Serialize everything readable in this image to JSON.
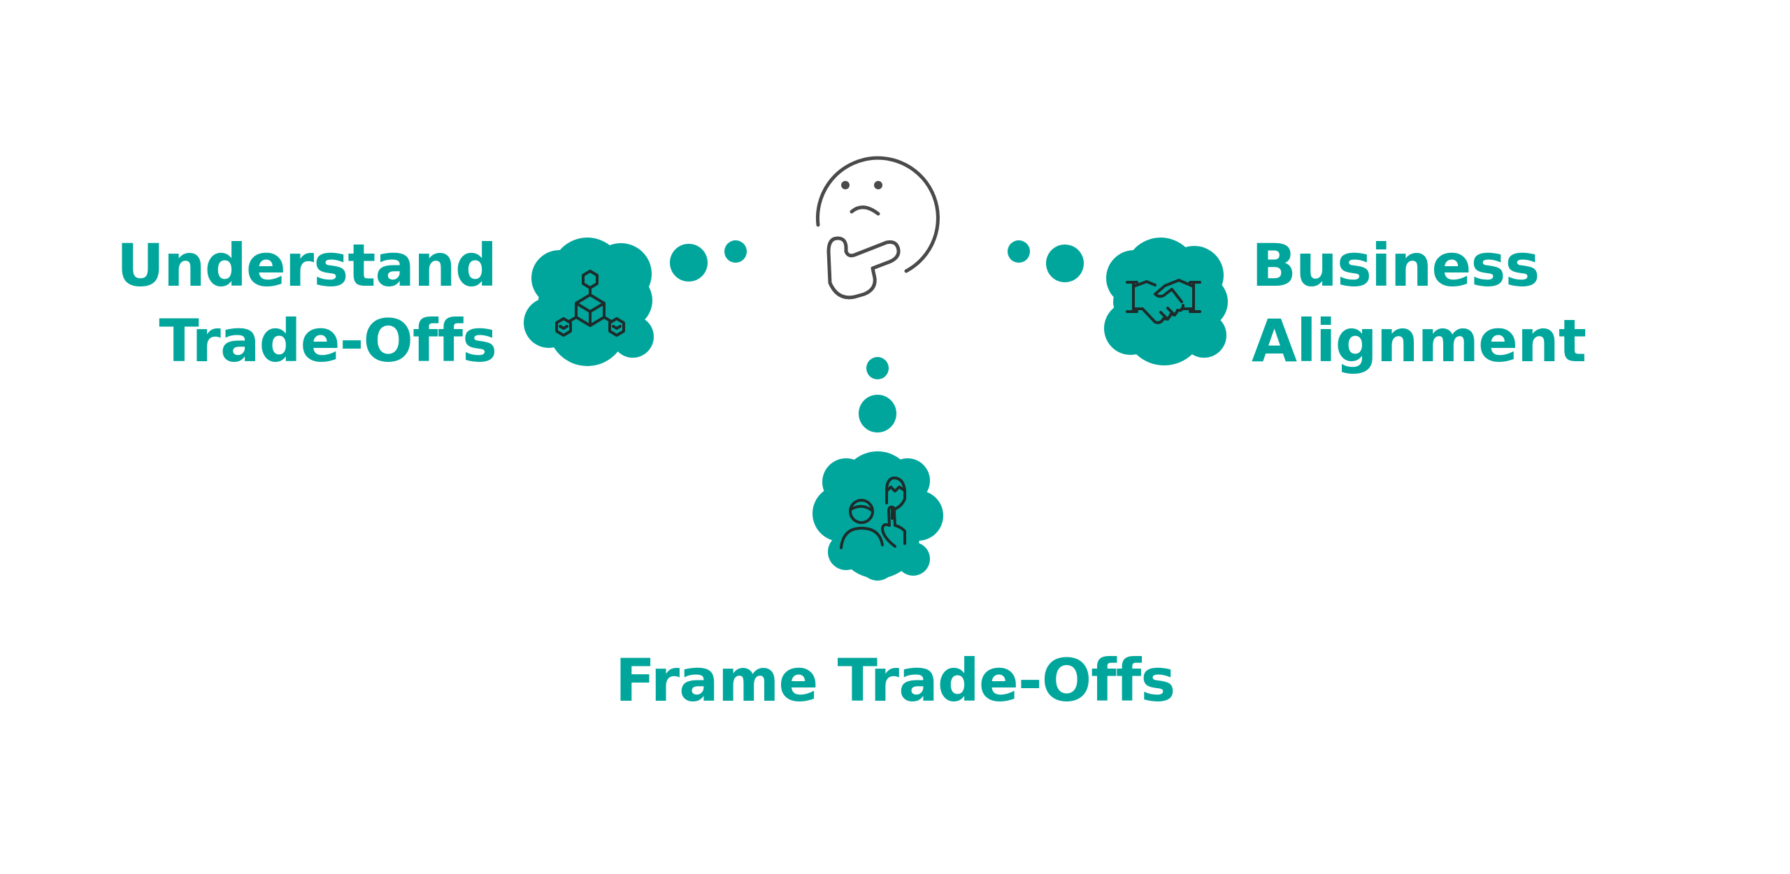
{
  "colors": {
    "accent": "#00a69c",
    "icon_stroke": "#1e2b2a",
    "face_stroke": "#4a4a4a",
    "background": "#ffffff"
  },
  "center": {
    "icon": "thinking-face-icon"
  },
  "nodes": {
    "understand": {
      "line1": "Understand",
      "line2": "Trade-Offs",
      "icon": "network-cube-icon"
    },
    "business": {
      "line1": "Business",
      "line2": "Alignment",
      "icon": "handshake-icon"
    },
    "frame": {
      "line1": "Frame Trade-Offs",
      "icon": "people-thinking-icon"
    }
  }
}
